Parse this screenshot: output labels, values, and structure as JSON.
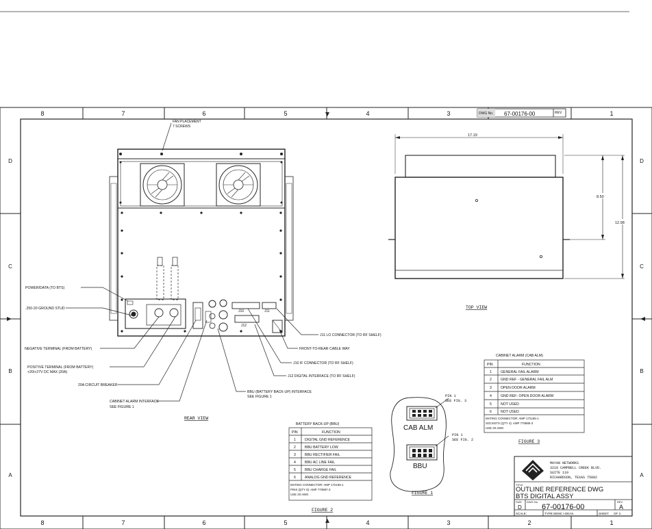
{
  "zone_numbers": [
    "8",
    "7",
    "6",
    "5",
    "4",
    "3",
    "2",
    "1"
  ],
  "zone_letters": [
    "D",
    "C",
    "B",
    "A"
  ],
  "dwg_no_tag": "DWG No.",
  "rev_tag": "REV",
  "dwg_number": "67-00176-00",
  "rear_view": {
    "title": "REAR VIEW",
    "fan_note_1": "FAN PLACEMENT",
    "fan_note_2": "7 SCREWS",
    "connector_labels": [
      "J10",
      "J11",
      "J12"
    ]
  },
  "callouts_left": [
    {
      "text": "POWER/DATA (TO BTS)"
    },
    {
      "text": ".250-20 GROUND STUD"
    },
    {
      "text": "NEGATIVE TERMINAL (FROM BATTERY)"
    },
    {
      "text": "POSITIVE TERMINAL (FROM BATTERY)"
    },
    {
      "text": "+20/+27V DC MAX (20A)"
    },
    {
      "text": "20A CIRCUIT BREAKER"
    },
    {
      "text": "CABINET ALARM INTERFACE"
    },
    {
      "text": "SEE FIGURE 1"
    }
  ],
  "callouts_right": [
    {
      "text": "J11 LO CONNECTOR (TO RF SHELF)"
    },
    {
      "text": "FRONT-TO-REAR CABLE WAY"
    },
    {
      "text": "J10 IF CONNECTOR (TO RF SHELF)"
    },
    {
      "text": "J12 DIGITAL INTERFACE (TO RF SHELF)"
    },
    {
      "text": "BBU (BATTERY BACK-UP) INTERFACE"
    },
    {
      "text": "SEE FIGURE 1"
    }
  ],
  "top_view": {
    "title": "TOP VIEW",
    "dim_width": "17.19",
    "dim_depth_a": "8.50",
    "dim_depth_b": "12.98"
  },
  "figure1": {
    "caption": "FIGURE 1",
    "cab_alm": "CAB ALM",
    "bbu": "BBU",
    "pin_note_1": "PIN 1",
    "pin_note_1b": "SEE FIG. 3",
    "pin_note_2": "PIN 1",
    "pin_note_2b": "SEE FIG. 2"
  },
  "figure2": {
    "caption": "FIGURE 2",
    "title": "BATTERY BACK-UP (BBU)",
    "headers": [
      "PIN",
      "FUNCTION"
    ],
    "rows": [
      [
        "1",
        "DIGITAL GND REFERENCE"
      ],
      [
        "2",
        "BBU BATTERY LOW"
      ],
      [
        "3",
        "BBU RECTIFIER FAIL"
      ],
      [
        "4",
        "BBU AC LINE FAIL"
      ],
      [
        "5",
        "BBU CHARGE FAIL"
      ],
      [
        "6",
        "ANALOG GND REFERENCE"
      ]
    ],
    "notes": [
      "MATING CONNECTOR: AMP 172165-1",
      "PINS (QTY 6): AMP 770987-3",
      "USE 20 AWG"
    ]
  },
  "figure3": {
    "caption": "FIGURE 3",
    "title": "CABINET ALARM (CAB ALM)",
    "headers": [
      "PIN",
      "FUNCTION"
    ],
    "rows": [
      [
        "1",
        "GENERAL FAIL ALARM"
      ],
      [
        "2",
        "GND REF - GENERAL FAIL ALM"
      ],
      [
        "3",
        "OPEN DOOR ALARM"
      ],
      [
        "4",
        "GND REF- OPEN DOOR ALARM"
      ],
      [
        "5",
        "NOT USED"
      ],
      [
        "6",
        "NOT USED"
      ]
    ],
    "notes": [
      "MATING CONNECTOR: AMP 172165-1",
      "SOCKETS (QTY 4): AMP 770985-3",
      "USE 20 AWG"
    ]
  },
  "title_block": {
    "company": [
      "MAYAN NETWORKS",
      "3210 CAMPBELL CREEK BLVD.",
      "SUITE 110",
      "RICHARDSON, TEXAS 75082"
    ],
    "title_tag": "TITLE",
    "title_line1": "OUTLINE REFERENCE DWG",
    "title_line2": "BTS DIGITAL ASSY",
    "size_tag": "SIZE",
    "size": "D",
    "dwg_tag": "DWG No.",
    "dwg_number": "67-00176-00",
    "rev_tag": "REV",
    "rev": "A",
    "scale_tag": "SCALE:",
    "type_tag": "TYPE:SEMC I-DEAS",
    "sheet_tag": "SHEET",
    "sheet": "OF 3"
  }
}
